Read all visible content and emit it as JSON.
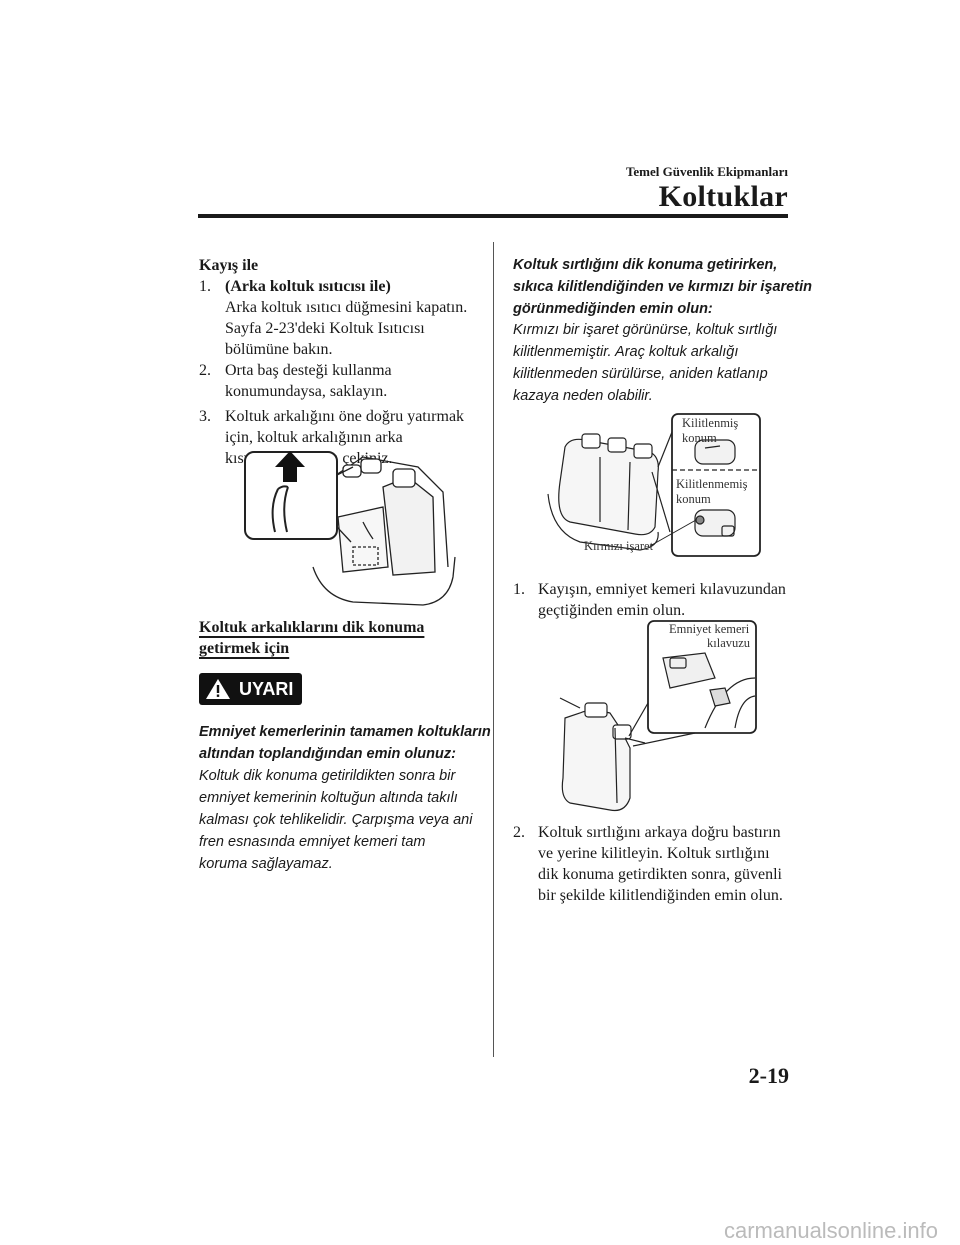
{
  "header": {
    "section": "Temel Güvenlik Ekipmanları",
    "title": "Koltuklar"
  },
  "left": {
    "subheading": "Kayış ile",
    "steps": [
      {
        "num": "1.",
        "lines": [
          "(Arka koltuk ısıtıcısı ile)",
          "Arka koltuk ısıtıcı düğmesini kapatın.",
          "Sayfa 2-23'deki Koltuk Isıtıcısı",
          "bölümüne bakın."
        ]
      },
      {
        "num": "2.",
        "lines": [
          "Orta baş desteği kullanma",
          "konumundaysa, saklayın."
        ]
      },
      {
        "num": "3.",
        "lines": [
          "Koltuk arkalığını öne doğru yatırmak",
          "için, koltuk arkalığının arka",
          "kısmındaki kayışı çekiniz."
        ]
      }
    ],
    "section_title_1": "Koltuk arkalıklarını dik konuma",
    "section_title_2": "getirmek için",
    "warning_label": "UYARI",
    "warning_bold": [
      "Emniyet kemerlerinin tamamen koltukların",
      "altından toplandığından emin olunuz:"
    ],
    "warning_text": [
      "Koltuk dik konuma getirildikten sonra bir",
      "emniyet kemerinin koltuğun altında takılı",
      "kalması çok tehlikelidir. Çarpışma veya ani",
      "fren esnasında emniyet kemeri tam",
      "koruma sağlayamaz."
    ]
  },
  "right": {
    "caution_bold": [
      "Koltuk sırtlığını dik konuma getirirken,",
      "sıkıca kilitlendiğinden ve kırmızı bir işaretin",
      "görünmediğinden emin olun:"
    ],
    "caution_text": [
      "Kırmızı bir işaret görünürse, koltuk sırtlığı",
      "kilitlenmemiştir. Araç koltuk arkalığı",
      "kilitlenmeden sürülürse, aniden katlanıp",
      "kazaya neden olabilir."
    ],
    "fig_labels": {
      "locked_1": "Kilitlenmiş",
      "locked_2": "konum",
      "unlocked_1": "Kilitlenmemiş",
      "unlocked_2": "konum",
      "red_mark": "Kırmızı işaret",
      "guide_1": "Emniyet kemeri",
      "guide_2": "kılavuzu"
    },
    "steps": [
      {
        "num": "1.",
        "lines": [
          "Kayışın, emniyet kemeri kılavuzundan",
          "geçtiğinden emin olun."
        ]
      },
      {
        "num": "2.",
        "lines": [
          "Koltuk sırtlığını arkaya doğru bastırın",
          "ve yerine kilitleyin. Koltuk sırtlığını",
          "dik konuma getirdikten sonra, güvenli",
          "bir şekilde kilitlendiğinden emin olun."
        ]
      }
    ]
  },
  "page_number": "2-19",
  "footer": "carmanualsonline.info"
}
